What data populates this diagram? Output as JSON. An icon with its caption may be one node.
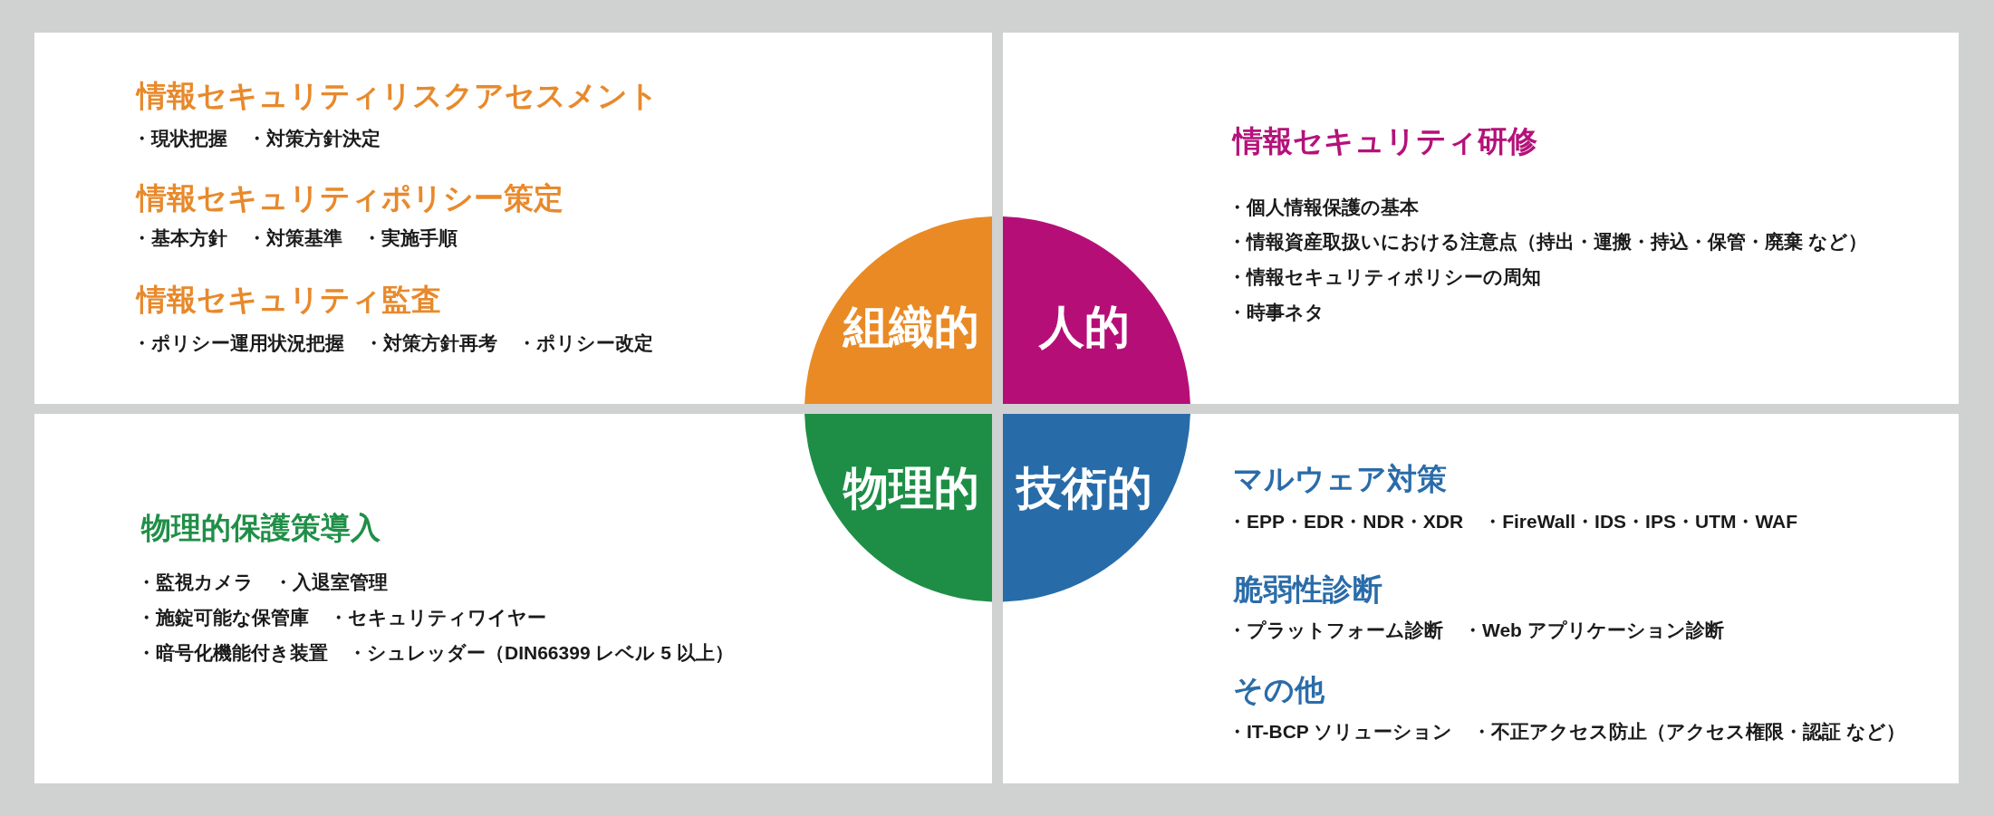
{
  "diagram": {
    "nodes": [
      {
        "text": [
          "情報セキュリティリスクアセスメント",
          "・現状把握",
          "・対策方針決定",
          "情報セキュリティポリシー策定",
          "・基本方針",
          "・対策基準",
          "・実施手順",
          "情報セキュリティ監査",
          "・ポリシー運用状況把握",
          "・対策方針再考",
          "・ポリシー改定"
        ]
      },
      {
        "text": [
          "組織的"
        ]
      },
      {
        "text": [
          "情報セキュリティ研修",
          "・個人情報保護の基本",
          "・情報資産取扱いにおける注意点（持出・運搬・持込・保管・廃棄 など）",
          "・情報セキュリティポリシーの周知",
          "・時事ネタ"
        ]
      },
      {
        "text": [
          "人的"
        ]
      },
      {
        "text": [
          "物理的保護策導入",
          "・監視カメラ",
          "・入退室管理",
          "・施錠可能な保管庫",
          "・セキュリティワイヤー",
          "・暗号化機能付き装置",
          "・シュレッダー（DIN66399 レベル 5 以上）"
        ]
      },
      {
        "text": [
          "物理的"
        ]
      },
      {
        "text": [
          "マルウェア対策",
          "・EPP・EDR・NDR・XDR",
          "・FireWall・IDS・IPS・UTM・WAF",
          "脆弱性診断",
          "・プラットフォーム診断",
          "・Web アプリケーション診断",
          "その他",
          "・IT-BCP ソリューション",
          "・不正アクセス防止（アクセス権限・認証 など）"
        ]
      },
      {
        "text": [
          "技術的"
        ]
      }
    ]
  }
}
